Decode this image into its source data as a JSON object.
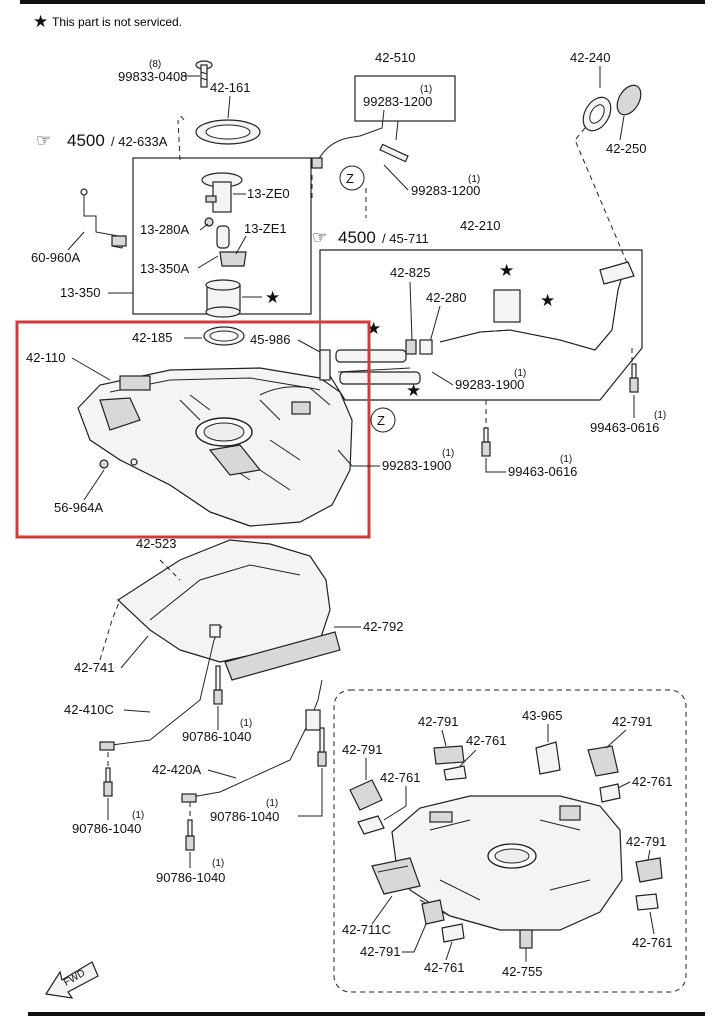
{
  "header": {
    "note": "This part is not serviced."
  },
  "refs": {
    "ref_a": "4500",
    "ref_a_part": "/ 42-633A",
    "ref_b": "4500",
    "ref_b_part": "/ 45-711",
    "z": "Z",
    "fwd": "FWD"
  },
  "labels": {
    "qty8": "(8)",
    "p99833": "99833-0408",
    "p42161": "42-161",
    "p42510": "42-510",
    "qty1a": "(1)",
    "p99283a": "99283-1200",
    "qty1b": "(1)",
    "p99283b": "99283-1200",
    "p42240": "42-240",
    "p42250": "42-250",
    "p13ze0": "13-ZE0",
    "p13280a": "13-280A",
    "p13ze1": "13-ZE1",
    "p13350a": "13-350A",
    "p13350": "13-350",
    "p60960a": "60-960A",
    "p42210": "42-210",
    "p42825": "42-825",
    "p42280": "42-280",
    "p42185": "42-185",
    "p45986": "45-986",
    "p42110": "42-110",
    "qty1c": "(1)",
    "p99283c": "99283-1900",
    "qty1d": "(1)",
    "p99463a": "99463-0616",
    "qty1e": "(1)",
    "p99463b": "99463-0616",
    "qty1f": "(1)",
    "p99283d": "99283-1900",
    "p56964a": "56-964A",
    "p42523": "42-523",
    "p42792": "42-792",
    "p42741": "42-741",
    "p42410c": "42-410C",
    "qty1g": "(1)",
    "p90786a": "90786-1040",
    "p42420a": "42-420A",
    "qty1h": "(1)",
    "p90786b": "90786-1040",
    "qty1i": "(1)",
    "p90786c": "90786-1040",
    "qty1j": "(1)",
    "p90786d": "90786-1040",
    "i42791a": "42-791",
    "i42761a": "42-761",
    "i43965": "43-965",
    "i42791b": "42-791",
    "i42791c": "42-791",
    "i42761b": "42-761",
    "i42761c": "42-761",
    "i42791d": "42-791",
    "i42711c": "42-711C",
    "i42791e": "42-791",
    "i42761d": "42-761",
    "i42755": "42-755",
    "i42761e": "42-761"
  },
  "highlight": {
    "color": "#d23a3a"
  }
}
